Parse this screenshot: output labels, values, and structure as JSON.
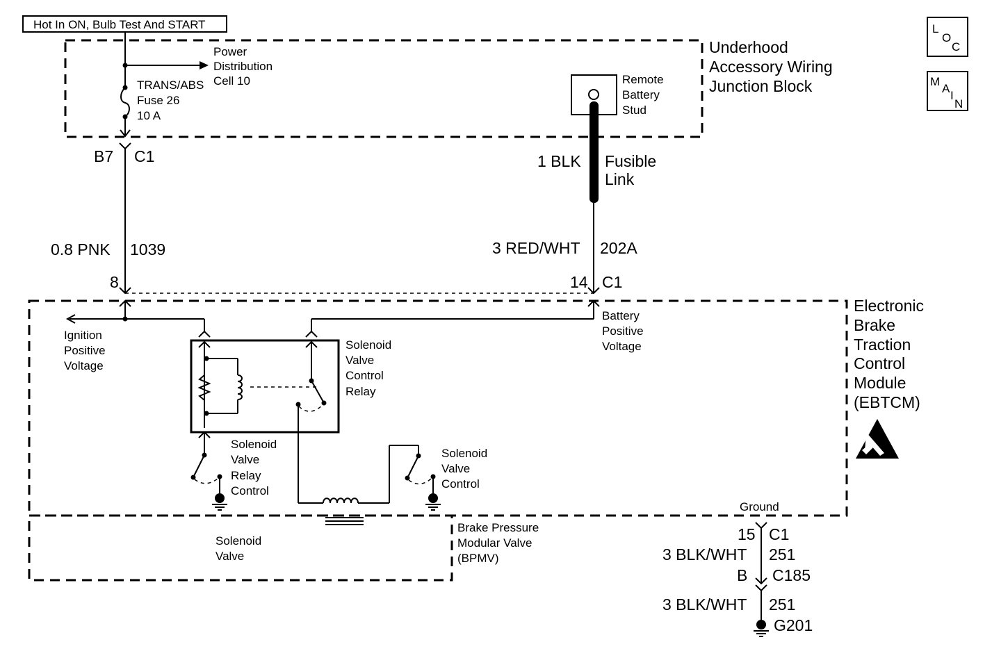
{
  "header": {
    "title": "Hot In ON, Bulb Test And START"
  },
  "nav": {
    "loc_letters": [
      "L",
      "O",
      "C"
    ],
    "main_letters": [
      "M",
      "A",
      "I",
      "N"
    ]
  },
  "underhood_block": {
    "title_lines": [
      "Underhood",
      "Accessory Wiring",
      "Junction Block"
    ],
    "power_distribution": [
      "Power",
      "Distribution",
      "Cell 10"
    ],
    "fuse": [
      "TRANS/ABS",
      "Fuse 26",
      "10 A"
    ],
    "remote_stud": [
      "Remote",
      "Battery",
      "Stud"
    ]
  },
  "connectors": {
    "left_top_pin": "B7",
    "left_top_conn": "C1",
    "ebtcm_left_pin": "8",
    "ebtcm_right_pin": "14",
    "ebtcm_right_conn": "C1",
    "ground_pin": "15",
    "ground_conn": "C1",
    "c185_pin": "B",
    "c185_conn": "C185"
  },
  "wires": {
    "ignition_wire": "0.8 PNK",
    "ignition_circuit": "1039",
    "fusible_size": "1 BLK",
    "fusible_label": [
      "Fusible",
      "Link"
    ],
    "battery_wire": "3 RED/WHT",
    "battery_circuit": "202A",
    "ground_wire_1": "3 BLK/WHT",
    "ground_circuit_1": "251",
    "ground_wire_2": "3 BLK/WHT",
    "ground_circuit_2": "251",
    "ground_point": "G201"
  },
  "ebtcm": {
    "title_lines": [
      "Electronic",
      "Brake",
      "Traction",
      "Control",
      "Module",
      "(EBTCM)"
    ],
    "ignition_voltage": [
      "Ignition",
      "Positive",
      "Voltage"
    ],
    "battery_voltage": [
      "Battery",
      "Positive",
      "Voltage"
    ],
    "relay": [
      "Solenoid",
      "Valve",
      "Control",
      "Relay"
    ],
    "relay_control": [
      "Solenoid",
      "Valve",
      "Relay",
      "Control"
    ],
    "valve_control": [
      "Solenoid",
      "Valve",
      "Control"
    ],
    "ground_label": "Ground"
  },
  "bpmv": {
    "solenoid_label": [
      "Solenoid",
      "Valve"
    ],
    "title_lines": [
      "Brake Pressure",
      "Modular Valve",
      "(BPMV)"
    ]
  },
  "icons": [
    "esd-warning-icon",
    "ground-symbol-icon",
    "fuse-icon",
    "coil-icon",
    "switch-icon"
  ]
}
